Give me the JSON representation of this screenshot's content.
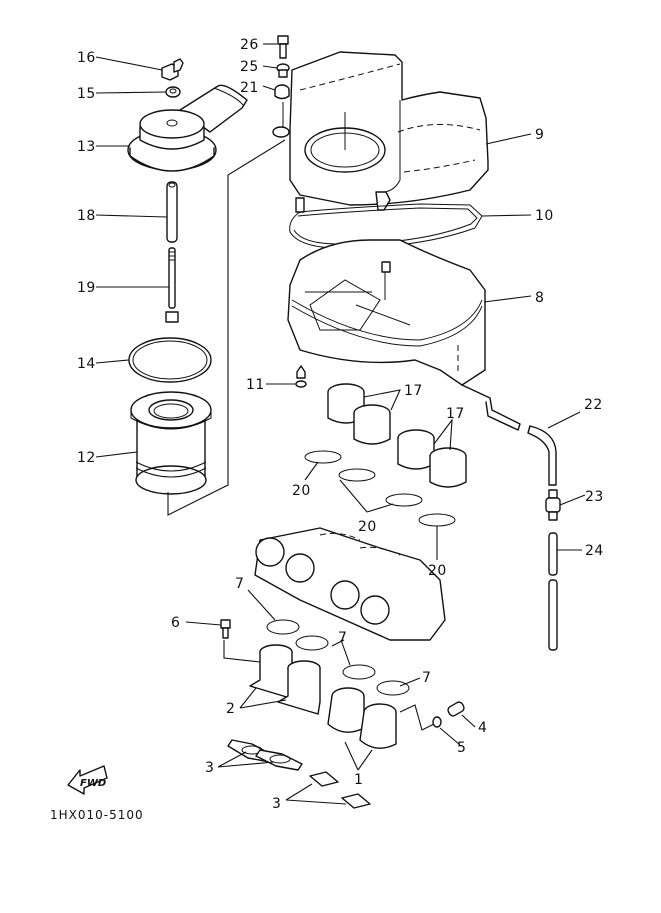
{
  "diagram": {
    "type": "exploded-parts-diagram",
    "drawing_code": "1HX010-5100",
    "fwd_label": "FWD",
    "colors": {
      "ink": "#111111",
      "paper": "#ffffff"
    }
  },
  "callouts": [
    {
      "id": "c26",
      "label": "26",
      "part": "bolt"
    },
    {
      "id": "c25",
      "label": "25",
      "part": "washer"
    },
    {
      "id": "c21",
      "label": "21",
      "part": "grommet"
    },
    {
      "id": "c16",
      "label": "16",
      "part": "wing-nut"
    },
    {
      "id": "c15",
      "label": "15",
      "part": "washer"
    },
    {
      "id": "c13",
      "label": "13",
      "part": "air-filter-case-cap"
    },
    {
      "id": "c9",
      "label": "9",
      "part": "air-filter-case-cover"
    },
    {
      "id": "c10",
      "label": "10",
      "part": "cover-seal"
    },
    {
      "id": "c18",
      "label": "18",
      "part": "collar"
    },
    {
      "id": "c8",
      "label": "8",
      "part": "air-filter-case"
    },
    {
      "id": "c19",
      "label": "19",
      "part": "stud-bolt"
    },
    {
      "id": "c14",
      "label": "14",
      "part": "o-ring"
    },
    {
      "id": "c11",
      "label": "11",
      "part": "screw-and-element-assembly"
    },
    {
      "id": "c17",
      "label": "17",
      "part": "air-funnel"
    },
    {
      "id": "c22",
      "label": "22",
      "part": "drain-hose"
    },
    {
      "id": "c12",
      "label": "12",
      "part": "air-filter-element"
    },
    {
      "id": "c20",
      "label": "20",
      "part": "hose-clamp"
    },
    {
      "id": "c23",
      "label": "23",
      "part": "check-valve"
    },
    {
      "id": "c24",
      "label": "24",
      "part": "hose"
    },
    {
      "id": "c7",
      "label": "7",
      "part": "clamp"
    },
    {
      "id": "c6",
      "label": "6",
      "part": "screw"
    },
    {
      "id": "c2",
      "label": "2",
      "part": "joint-carburetor"
    },
    {
      "id": "c4",
      "label": "4",
      "part": "cap"
    },
    {
      "id": "c5",
      "label": "5",
      "part": "clip"
    },
    {
      "id": "c3",
      "label": "3",
      "part": "gasket"
    },
    {
      "id": "c1",
      "label": "1",
      "part": "intake-joint"
    }
  ]
}
